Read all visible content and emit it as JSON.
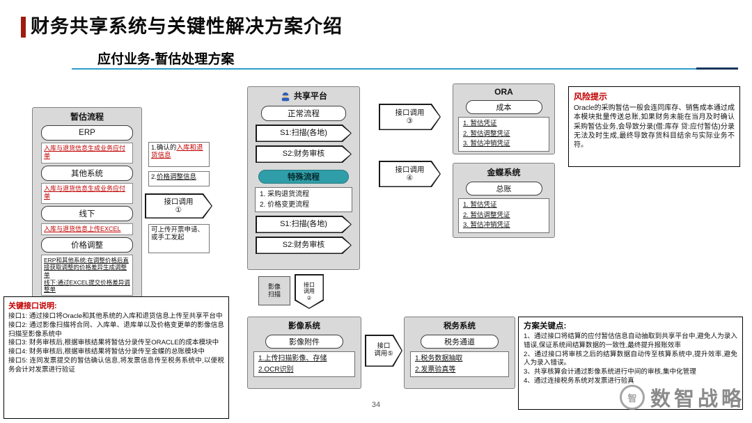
{
  "colors": {
    "accent_red": "#9e1b10",
    "line_blue": "#2f9cc9",
    "red_text": "#c00000",
    "teal": "#2f9ea8",
    "panel_gray": "#d9d9d9",
    "border_dark": "#1a1a1a"
  },
  "page": {
    "title": "财务共享系统与关键性解决方案介绍",
    "subtitle": "应付业务-暂估处理方案",
    "page_number": "34",
    "watermark_text": "数智战略",
    "watermark_logo": "智"
  },
  "estimate_flow": {
    "header": "暂估流程",
    "erp_label": "ERP",
    "erp_note": "入库与退货信息生成业务应付单",
    "other_label": "其他系统",
    "other_note": "入库与退货信息生成业务应付单",
    "offline_label": "线下",
    "offline_note": "入库与退货信息上传EXCEL",
    "price_label": "价格调整",
    "price_note": "ERP和其他系统:在调整价格后直接获取调整的价格差异生成调整单\n线下:通过EXCEL提交价格差异调整单"
  },
  "transfer_notes": {
    "note1_prefix": "1.确认的",
    "note1_highlight": "入库和退货信息",
    "note2_prefix": "2.",
    "note2_highlight": "价格调整信息",
    "invoice_note": "可上传开票申请、或手工发起"
  },
  "interfaces": {
    "i1": "接口调用\n①",
    "i2": "接口\n调用\n②",
    "i3": "接口调用\n③",
    "i4": "接口调用\n④",
    "i5": "接口\n调用⑤",
    "image_scan": "影像\n扫描"
  },
  "shared_platform": {
    "header": "共享平台",
    "normal_label": "正常流程",
    "normal_s1": "S1:扫描(各地)",
    "normal_s2": "S2:财务审核",
    "special_label": "特殊流程",
    "special_items": "1.  采购退货流程\n2.  价格变更流程",
    "special_s1": "S1:扫描(各地)",
    "special_s2": "S2:财务审核"
  },
  "ora": {
    "header": "ORA",
    "module": "成本",
    "items": "1.  暂估凭证\n2.  暂估调整凭证\n3.  暂估冲销凭证"
  },
  "kingdee": {
    "header": "金蝶系统",
    "module": "总账",
    "items": "1.  暂估凭证\n2.  暂估调整凭证\n3.  暂估冲销凭证"
  },
  "image_system": {
    "header": "影像系统",
    "module": "影像附件",
    "items": "1.上传扫描影像、存储\n2.OCR识别"
  },
  "tax_system": {
    "header": "税务系统",
    "module": "税务通道",
    "items": "1.税务数据抽取\n2.发票验真等"
  },
  "risk": {
    "title": "风险提示",
    "body": "Oracle的采购暂估一般会连同库存、销售成本通过成本模块批量传送总账,如果财务未能在当月及时确认采购暂估业务,会导致分录(借:库存 贷:应付暂估)分录无法及时生成,最终导致存货科目结余与实际业务不符。"
  },
  "interface_notes": {
    "title": "关键接口说明:",
    "body": "接口1: 通过接口将Oracle和其他系统的入库和退货信息上传至共享平台中\n接口2: 通过影像扫描将合同、入库单、退库单以及价格变更单的影像信息扫描至影像系统中\n接口3: 财务审核后,根据审核结果将暂估分录传至ORACLE的成本模块中\n接口4: 财务审核后,根据审核结果将暂估分录传至金蝶的总账模块中\n接口5: 连同发票提交的暂估确认信息,将发票信息传至税务系统中,以便税务会计对发票进行验证"
  },
  "key_points": {
    "title": "方案关键点:",
    "body": "1、通过接口将结算的应付暂估信息自动抽取到共享平台中,避免人为录入错误,保证系统间结算数据的一致性,最终提升报账效率\n2、通过接口将审核之后的结算数据自动传至核算系统中,提升效率,避免人为录入错误。\n3、共享核算会计通过影像系统进行中间的审核,集中化管理\n4、通过连接税务系统对发票进行验真"
  }
}
